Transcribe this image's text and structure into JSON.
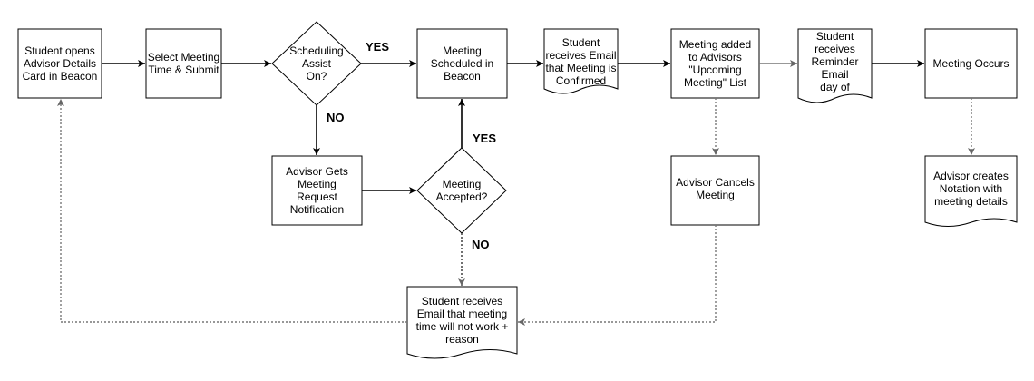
{
  "nodes": {
    "student_opens_card": {
      "text": "Student opens\nAdvisor Details\nCard in Beacon"
    },
    "select_meeting_time": {
      "text": "Select Meeting\nTime & Submit"
    },
    "scheduling_assist_on": {
      "text": "Scheduling\nAssist\nOn?"
    },
    "meeting_scheduled": {
      "text": "Meeting\nScheduled in\nBeacon"
    },
    "email_confirmed": {
      "text": "Student\nreceives Email\nthat Meeting is\nConfirmed"
    },
    "added_upcoming_list": {
      "text": "Meeting added\nto Advisors\n\"Upcoming\nMeeting\" List"
    },
    "reminder_email": {
      "text": "Student\nreceives\nReminder Email\nday of"
    },
    "meeting_occurs": {
      "text": "Meeting Occurs"
    },
    "advisor_request_notification": {
      "text": "Advisor Gets\nMeeting\nRequest\nNotification"
    },
    "meeting_accepted": {
      "text": "Meeting\nAccepted?"
    },
    "advisor_cancels": {
      "text": "Advisor Cancels\nMeeting"
    },
    "advisor_notation": {
      "text": "Advisor creates\nNotation with\nmeeting details"
    },
    "email_will_not_work": {
      "text": "Student receives\nEmail that meeting\ntime will not work +\nreason"
    }
  },
  "edge_labels": {
    "assist_yes": "YES",
    "assist_no": "NO",
    "accepted_yes": "YES",
    "accepted_no": "NO"
  },
  "colors": {
    "stroke": "#000000",
    "dotted": "#777777",
    "background": "#ffffff"
  }
}
